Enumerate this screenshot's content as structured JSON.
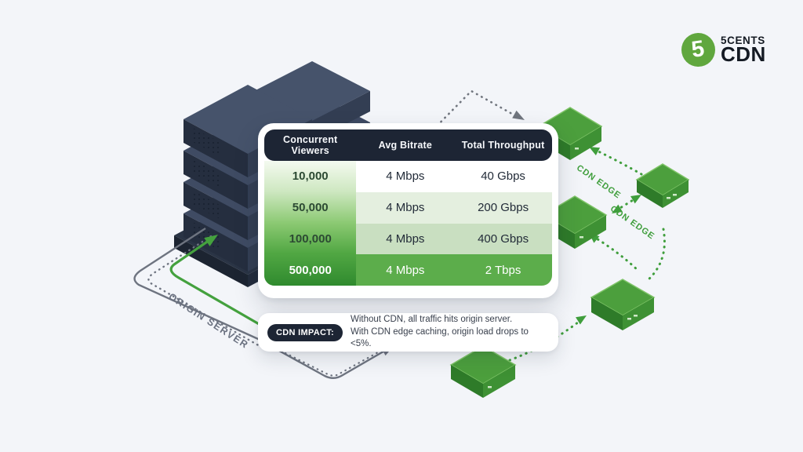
{
  "logo": {
    "symbol": "5",
    "line1": "5CENTS",
    "line2": "CDN"
  },
  "table": {
    "headers": [
      "Concurrent Viewers",
      "Avg Bitrate",
      "Total Throughput"
    ],
    "rows": [
      {
        "viewers": "10,000",
        "bitrate": "4 Mbps",
        "throughput": "40 Gbps"
      },
      {
        "viewers": "50,000",
        "bitrate": "4 Mbps",
        "throughput": "200 Gbps"
      },
      {
        "viewers": "100,000",
        "bitrate": "4 Mbps",
        "throughput": "400 Gbps"
      },
      {
        "viewers": "500,000",
        "bitrate": "4 Mbps",
        "throughput": "2 Tbps"
      }
    ]
  },
  "impact": {
    "badge": "CDN IMPACT:",
    "line1": "Without CDN, all traffic hits origin server.",
    "line2": "With CDN edge caching, origin load drops to <5%."
  },
  "labels": {
    "origin_server": "ORIGIN SERVER",
    "cdn_edge_upper": "CDN EDGE",
    "cdn_edge_lower": "CDN EDGE"
  },
  "colors": {
    "background": "#f3f5f9",
    "accent_green": "#46a03c",
    "dark_navy": "#1d2534",
    "row_green_light": "#e4efdf",
    "row_green_mid": "#c9dfc1",
    "row_green_solid": "#5cad4b",
    "col_gradient_top": "#f4faf0",
    "col_gradient_bottom": "#2f8a2e",
    "line_gray": "#6e7480",
    "server_navy": "#2a3447"
  }
}
